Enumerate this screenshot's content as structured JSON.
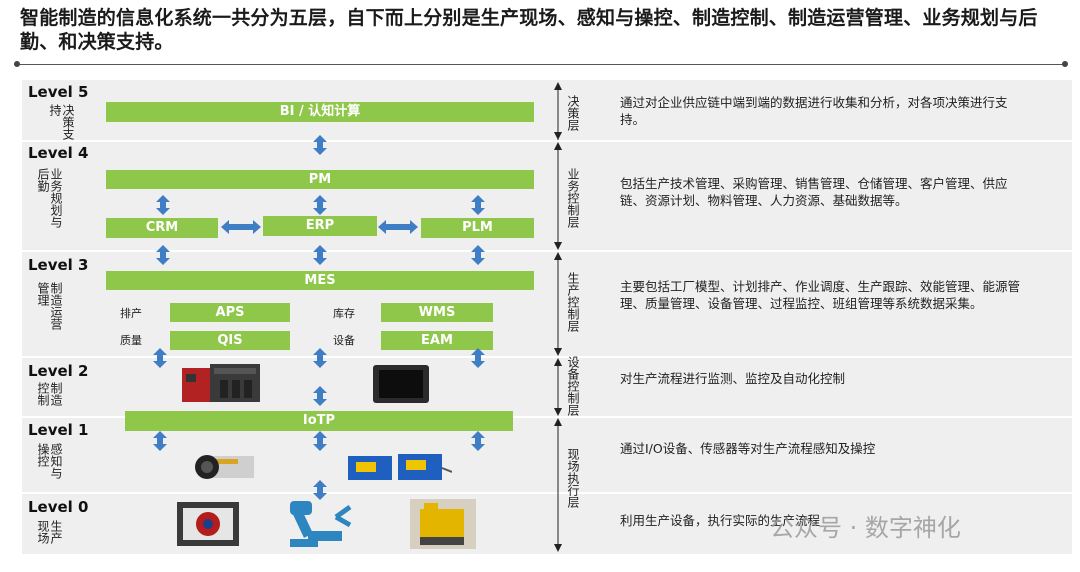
{
  "title": "智能制造的信息化系统一共分为五层，自下而上分别是生产现场、感知与操控、制造控制、制造运营管理、业务规划与后勤、和决策支持。",
  "levels": {
    "l5": {
      "label": "Level 5",
      "cn": "决策支持",
      "layer": "决策层",
      "desc": "通过对企业供应链中端到端的数据进行收集和分析，对各项决策进行支持。"
    },
    "l4": {
      "label": "Level 4",
      "cn": "业务规划与后勤",
      "layer": "业务控制层",
      "desc": "包括生产技术管理、采购管理、销售管理、仓储管理、客户管理、供应链、资源计划、物料管理、人力资源、基础数据等。"
    },
    "l3": {
      "label": "Level 3",
      "cn": "制造运营管理",
      "layer": "生产控制层",
      "desc": "主要包括工厂模型、计划排产、作业调度、生产跟踪、效能管理、能源管理、质量管理、设备管理、过程监控、班组管理等系统数据采集。"
    },
    "l2": {
      "label": "Level 2",
      "cn": "制造控制",
      "layer": "设备控制层",
      "desc": "对生产流程进行监测、监控及自动化控制"
    },
    "l1": {
      "label": "Level 1",
      "cn": "感知与操控",
      "layer": "现场执行层",
      "desc": "通过I/O设备、传感器等对生产流程感知及操控"
    },
    "l0": {
      "label": "Level 0",
      "cn": "生产现场",
      "desc": "利用生产设备，执行实际的生产流程"
    }
  },
  "bars": {
    "bi": "BI / 认知计算",
    "pm": "PM",
    "crm": "CRM",
    "erp": "ERP",
    "plm": "PLM",
    "mes": "MES",
    "aps": "APS",
    "wms": "WMS",
    "qis": "QIS",
    "eam": "EAM",
    "iotp": "IoTP"
  },
  "small_labels": {
    "paichan": "排产",
    "kucun": "库存",
    "zhiliang": "质量",
    "shebei": "设备"
  },
  "watermark": "公众号 · 数字神化",
  "colors": {
    "green": "#8fc74a",
    "blue_arrow": "#3f7dc4",
    "band": "#efefef"
  }
}
